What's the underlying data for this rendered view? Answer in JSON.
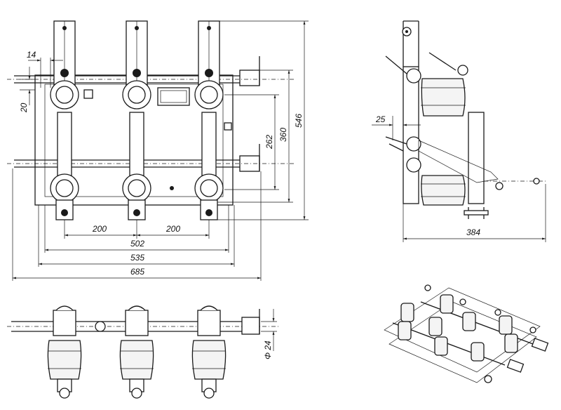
{
  "drawing": {
    "front_view": {
      "dimensions": {
        "d14": "14",
        "d20": "20",
        "d200a": "200",
        "d200b": "200",
        "d502": "502",
        "d535": "535",
        "d685": "685",
        "d262": "262",
        "d360": "360",
        "d546": "546"
      }
    },
    "side_view": {
      "dimensions": {
        "d25": "25",
        "d384": "384"
      }
    },
    "top_view": {
      "dimensions": {
        "phi24": "Φ 24"
      }
    }
  }
}
